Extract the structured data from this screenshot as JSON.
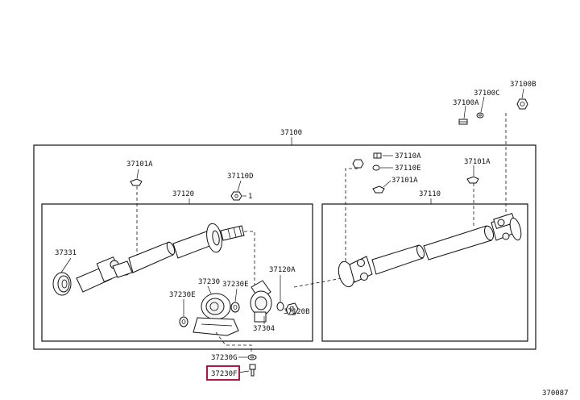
{
  "diagram": {
    "labels": {
      "l37100B": "37100B",
      "l37100C": "37100C",
      "l37100A": "37100A",
      "l37100": "37100",
      "l37110A": "37110A",
      "l37110E": "37110E",
      "l37101A_left": "37101A",
      "l37101A_right": "37101A",
      "l37101A_mid": "37101A",
      "l37110D": "37110D",
      "l1": "1",
      "l37120": "37120",
      "l37110": "37110",
      "l37331": "37331",
      "l37230": "37230",
      "l37230E_right": "37230E",
      "l37230E_left": "37230E",
      "l37120A": "37120A",
      "l37120B": "37120B",
      "l37304": "37304",
      "l37230G": "37230G",
      "l37230F": "37230F",
      "l370087": "370087"
    },
    "highlight_color": "#b0154a"
  }
}
